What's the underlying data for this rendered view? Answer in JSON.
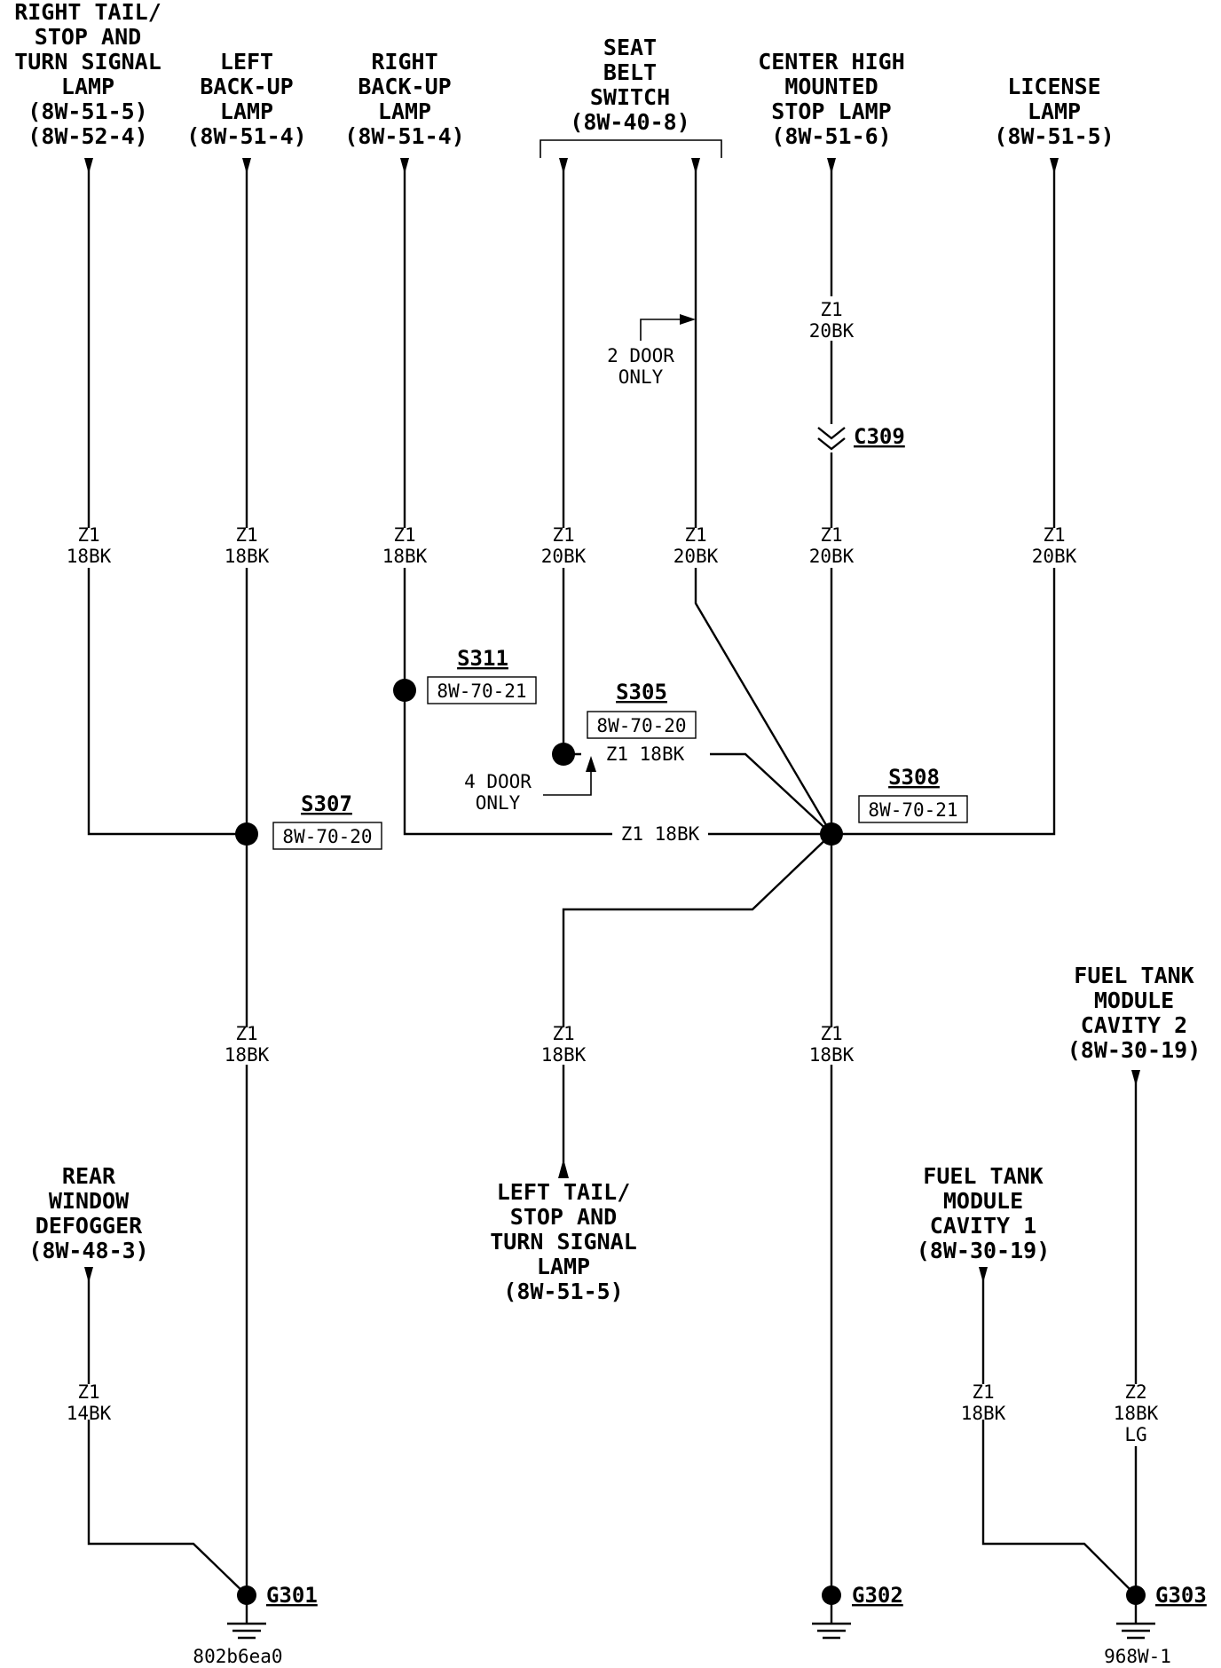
{
  "components": {
    "right_tail": [
      "RIGHT TAIL/",
      "STOP AND",
      "TURN SIGNAL",
      "LAMP",
      "(8W-51-5)",
      "(8W-52-4)"
    ],
    "left_backup": [
      "LEFT",
      "BACK-UP",
      "LAMP",
      "(8W-51-4)"
    ],
    "right_backup": [
      "RIGHT",
      "BACK-UP",
      "LAMP",
      "(8W-51-4)"
    ],
    "seat_belt": [
      "SEAT",
      "BELT",
      "SWITCH",
      "(8W-40-8)"
    ],
    "chmsl": [
      "CENTER HIGH",
      "MOUNTED",
      "STOP LAMP",
      "(8W-51-6)"
    ],
    "license": [
      "LICENSE",
      "LAMP",
      "(8W-51-5)"
    ],
    "fuel_cav2": [
      "FUEL TANK",
      "MODULE",
      "CAVITY 2",
      "(8W-30-19)"
    ],
    "fuel_cav1": [
      "FUEL TANK",
      "MODULE",
      "CAVITY 1",
      "(8W-30-19)"
    ],
    "rear_defogger": [
      "REAR",
      "WINDOW",
      "DEFOGGER",
      "(8W-48-3)"
    ],
    "left_tail": [
      "LEFT TAIL/",
      "STOP AND",
      "TURN SIGNAL",
      "LAMP",
      "(8W-51-5)"
    ]
  },
  "wires": {
    "w_right_tail": [
      "Z1",
      "18BK"
    ],
    "w_left_backup": [
      "Z1",
      "18BK"
    ],
    "w_right_backup": [
      "Z1",
      "18BK"
    ],
    "w_seat_a": [
      "Z1",
      "20BK"
    ],
    "w_seat_b": [
      "Z1",
      "20BK"
    ],
    "w_chmsl_top": [
      "Z1",
      "20BK"
    ],
    "w_chmsl_bottom": [
      "Z1",
      "20BK"
    ],
    "w_license": [
      "Z1",
      "20BK"
    ],
    "w_s307_g301": [
      "Z1",
      "18BK"
    ],
    "w_left_tail": [
      "Z1",
      "18BK"
    ],
    "w_s308_g302": [
      "Z1",
      "18BK"
    ],
    "w_defogger": [
      "Z1",
      "14BK"
    ],
    "w_fuel_cav1": [
      "Z1",
      "18BK"
    ],
    "w_fuel_cav2": [
      "Z2",
      "18BK",
      "LG"
    ],
    "s305_s308": "Z1 18BK",
    "s311_s308": "Z1 18BK"
  },
  "notes": {
    "two_door": [
      "2 DOOR",
      "ONLY"
    ],
    "four_door": [
      "4 DOOR",
      "ONLY"
    ]
  },
  "connector": "C309",
  "splices": {
    "s311": {
      "name": "S311",
      "ref": "8W-70-21"
    },
    "s305": {
      "name": "S305",
      "ref": "8W-70-20"
    },
    "s307": {
      "name": "S307",
      "ref": "8W-70-20"
    },
    "s308": {
      "name": "S308",
      "ref": "8W-70-21"
    }
  },
  "grounds": {
    "g301": "G301",
    "g302": "G302",
    "g303": "G303"
  },
  "figure_ids": {
    "left": "802b6ea0",
    "right": "968W-1"
  }
}
